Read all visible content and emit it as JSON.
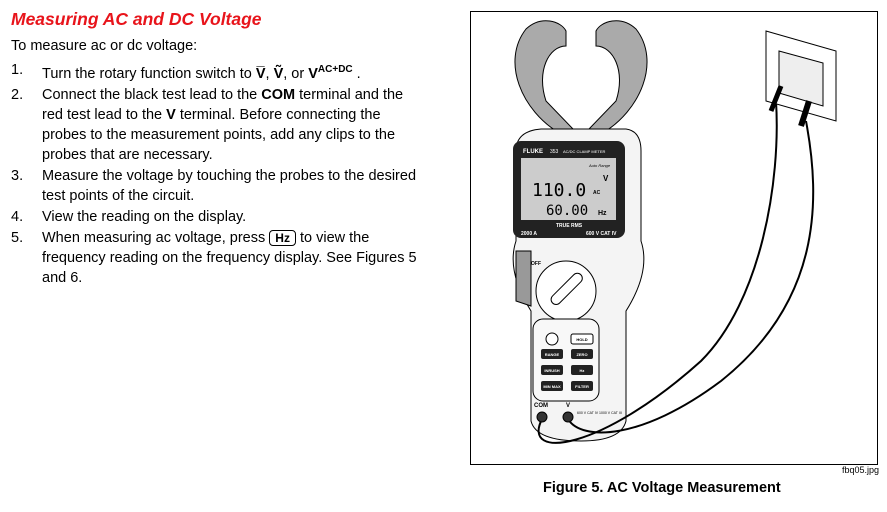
{
  "title": "Measuring AC and DC Voltage",
  "intro": "To measure ac or dc voltage:",
  "steps": [
    {
      "num": "1.",
      "a": "Turn the rotary function switch to ",
      "s1": "V̅",
      "s2": "Ṽ",
      "b": ", or ",
      "s3": "V",
      "s3sup": "AC+DC",
      "c": " ."
    },
    {
      "num": "2.",
      "a": "Connect the black test lead to the ",
      "com": "COM",
      "b": " terminal and the red test lead to the ",
      "v": "V",
      "c": " terminal. Before connecting the probes to the measurement points, add any clips to the probes that are necessary."
    },
    {
      "num": "3.",
      "text": "Measure the voltage by touching the probes to the desired test points of the circuit."
    },
    {
      "num": "4.",
      "text": "View the reading on the display."
    },
    {
      "num": "5.",
      "a": "When measuring ac voltage, press ",
      "key": "Hz",
      "b": " to view the frequency reading on the frequency display. See Figures 5 and 6."
    }
  ],
  "figure": {
    "meter": {
      "brand": "FLUKE",
      "model": "353",
      "model_desc": "AC/DC CLAMP METER",
      "reading": "110.0",
      "reading_unit": "V",
      "reading_mode": "AC",
      "autorange": "Auto Range",
      "freq": "60.00",
      "freq_unit": "Hz",
      "true_rms": "TRUE RMS",
      "rating_a": "2000 A",
      "rating_v": "600 V CAT IV",
      "off": "OFF",
      "buttons": [
        "HOLD",
        "RANGE",
        "ZERO",
        "INRUSH",
        "Hz",
        "MIN MAX",
        "FILTER"
      ],
      "com": "COM",
      "v": "V",
      "term_rating": "600 V CAT IV 1000 V CAT III"
    },
    "filename": "fbq05.jpg",
    "caption": "Figure 5. AC Voltage Measurement"
  }
}
